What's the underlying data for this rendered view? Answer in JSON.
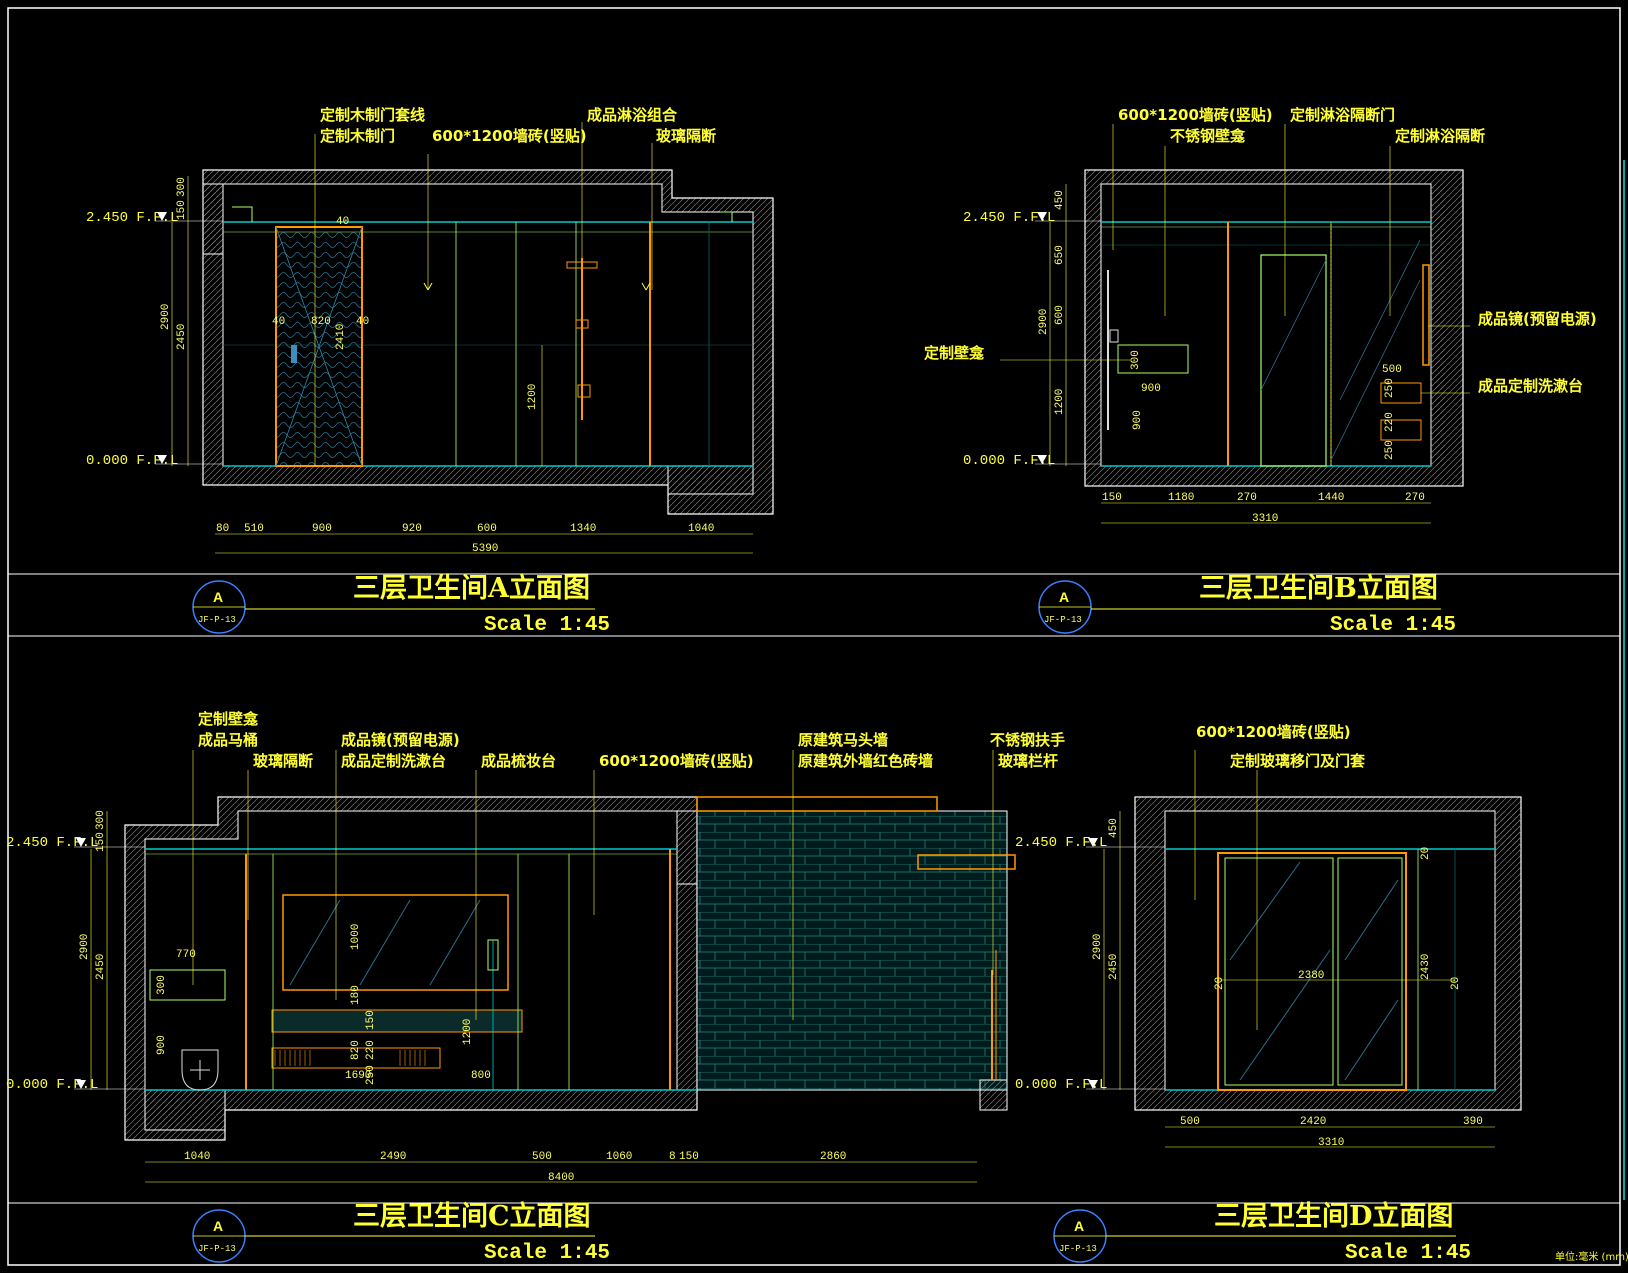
{
  "colors": {
    "bg": "#000000",
    "frame": "#ffffff",
    "wall": "#ffffff",
    "text": "#ffff33",
    "orange": "#ff9900",
    "cyan": "#00cccc",
    "green": "#aaff66",
    "hatch": "#336666"
  },
  "levels": {
    "top": "2.450 F.F.L",
    "bottom": "0.000 F.F.L"
  },
  "unit_note": "单位:毫米 (mm)",
  "views": [
    {
      "id": "A",
      "title": "三层卫生间A立面图",
      "scale": "Scale 1:45",
      "symbol": {
        "letter": "A",
        "ref": "JF-P-13"
      },
      "labels": [
        "定制木制门套线",
        "定制木制门",
        "600*1200墙砖(竖贴)",
        "成品淋浴组合",
        "玻璃隔断"
      ],
      "vdims": [
        "300",
        "150",
        "2900",
        "2450"
      ],
      "hdims": [
        "80",
        "510",
        "900",
        "920",
        "600",
        "1340",
        "1040"
      ],
      "total": "5390",
      "inner": [
        "40",
        "820",
        "40",
        "40",
        "2410",
        "1200"
      ]
    },
    {
      "id": "B",
      "title": "三层卫生间B立面图",
      "scale": "Scale 1:45",
      "symbol": {
        "letter": "A",
        "ref": "JF-P-13"
      },
      "labels": [
        "600*1200墙砖(竖贴)",
        "不锈钢壁龛",
        "定制淋浴隔断门",
        "定制淋浴隔断",
        "成品镜(预留电源)",
        "定制壁龛",
        "成品定制洗漱台"
      ],
      "vdims": [
        "450",
        "650",
        "600",
        "2900",
        "1200"
      ],
      "hdims": [
        "150",
        "1180",
        "270",
        "1440",
        "270"
      ],
      "total": "3310",
      "inner": [
        "300",
        "900",
        "900",
        "500",
        "250",
        "220",
        "250"
      ]
    },
    {
      "id": "C",
      "title": "三层卫生间C立面图",
      "scale": "Scale 1:45",
      "symbol": {
        "letter": "A",
        "ref": "JF-P-13"
      },
      "labels": [
        "定制壁龛",
        "成品马桶",
        "玻璃隔断",
        "成品镜(预留电源)",
        "成品定制洗漱台",
        "成品梳妆台",
        "600*1200墙砖(竖贴)",
        "原建筑马头墙",
        "原建筑外墙红色砖墙",
        "不锈钢扶手",
        "玻璃栏杆"
      ],
      "vdims": [
        "300",
        "150",
        "2900",
        "2450"
      ],
      "hdims": [
        "1040",
        "2490",
        "500",
        "1060",
        "8",
        "150",
        "2860"
      ],
      "total": "8400",
      "inner": [
        "770",
        "300",
        "900",
        "1000",
        "180",
        "150",
        "820",
        "220",
        "250",
        "1690",
        "1200",
        "800"
      ]
    },
    {
      "id": "D",
      "title": "三层卫生间D立面图",
      "scale": "Scale 1:45",
      "symbol": {
        "letter": "A",
        "ref": "JF-P-13"
      },
      "labels": [
        "600*1200墙砖(竖贴)",
        "定制玻璃移门及门套"
      ],
      "vdims": [
        "450",
        "2900",
        "2450"
      ],
      "hdims": [
        "500",
        "2420",
        "390"
      ],
      "total": "3310",
      "inner": [
        "20",
        "2380",
        "20",
        "20",
        "2430"
      ]
    }
  ]
}
